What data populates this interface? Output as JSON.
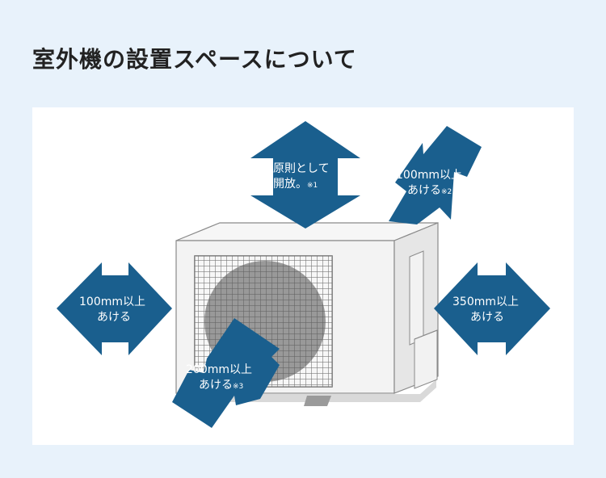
{
  "title": "室外機の設置スペースについて",
  "colors": {
    "arrow": "#1a5f8e",
    "unit_body": "#f1f1f1",
    "unit_outline": "#8a8a8a",
    "background": "#e8f2fb",
    "panel": "#ffffff"
  },
  "labels": {
    "top": {
      "line1": "原則として",
      "line2": "開放。",
      "note": "※1"
    },
    "back": {
      "line1": "100mm以上",
      "line2": "あける",
      "note": "※2"
    },
    "left": {
      "line1": "100mm以上",
      "line2": "あける"
    },
    "right": {
      "line1": "350mm以上",
      "line2": "あける"
    },
    "front": {
      "line1": "200mm以上",
      "line2": "あける",
      "note": "※3"
    }
  }
}
